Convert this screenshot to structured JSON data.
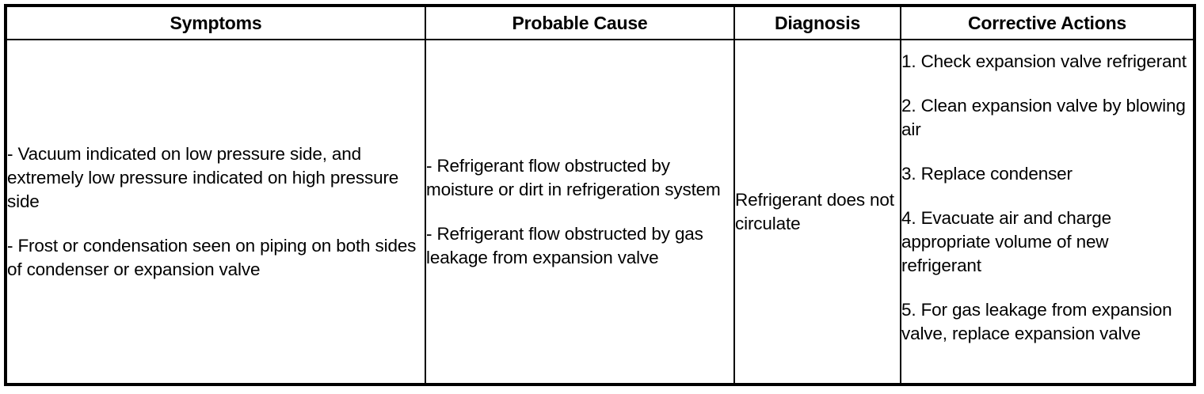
{
  "table": {
    "headers": [
      {
        "label": "Symptoms"
      },
      {
        "label": "Probable Cause"
      },
      {
        "label": "Diagnosis"
      },
      {
        "label": "Corrective Actions"
      }
    ],
    "rows": [
      {
        "symptoms": [
          "- Vacuum indicated on low pressure side, and extremely low pressure indicated on high pressure side",
          "- Frost or condensation seen on piping on both sides of condenser or expansion valve"
        ],
        "probable_cause": [
          "- Refrigerant flow obstructed by moisture or dirt in refrigeration system",
          "- Refrigerant flow obstructed by gas leakage from expansion valve"
        ],
        "diagnosis": "Refrigerant does not circulate",
        "corrective_actions": [
          "1. Check expansion valve refrigerant",
          "2. Clean expansion valve by blowing air",
          "3. Replace condenser",
          "4. Evacuate air and charge appropriate volume of new refrigerant",
          "5. For gas leakage from expansion valve, replace expansion valve"
        ]
      }
    ]
  },
  "style": {
    "border_color": "#000000",
    "text_color": "#000000",
    "background": "#ffffff"
  }
}
